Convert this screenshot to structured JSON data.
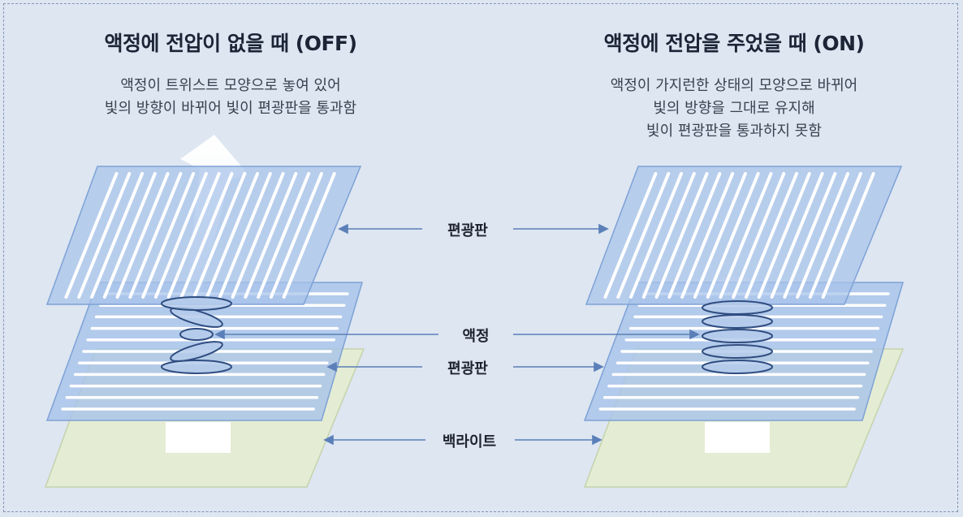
{
  "off": {
    "title": "액정에 전압이 없을 때 (OFF)",
    "description": [
      "액정이 트위스트 모양으로 놓여 있어",
      "빛의 방향이 바뀌어 빛이 편광판을 통과함"
    ]
  },
  "on": {
    "title": "액정에 전압을 주었을 때 (ON)",
    "description": [
      "액정이 가지런한 상태의 모양으로 바뀌어",
      "빛의 방향을 그대로 유지해",
      "빛이 편광판을 통과하지 못함"
    ]
  },
  "labels": {
    "top_polarizer": "편광판",
    "liquid_crystal": "액정",
    "bottom_polarizer": "편광판",
    "backlight": "백라이트"
  },
  "colors": {
    "background": "#dde6f1",
    "polarizer": "#a7c3ea",
    "polarizer_edge": "#7ea2d6",
    "backlight": "#e4ecd3",
    "arrow": "#5b7fb8",
    "ellipse_fill": "#b5cbeb",
    "ellipse_stroke": "#2f4d80"
  }
}
